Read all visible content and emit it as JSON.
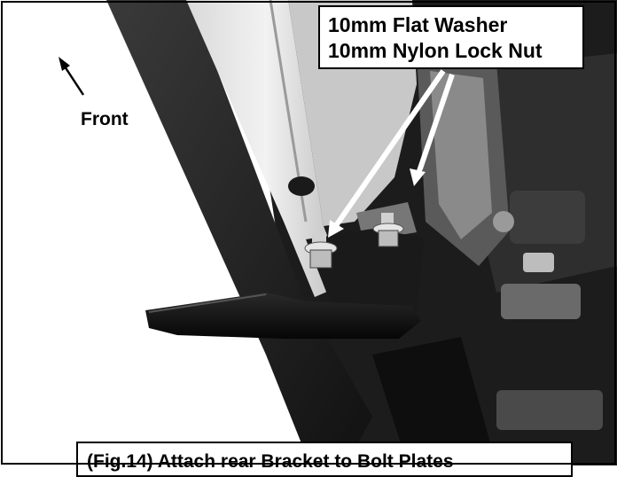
{
  "callout": {
    "line1": "10mm Flat Washer",
    "line2": "10mm Nylon Lock Nut"
  },
  "direction_label": "Front",
  "caption": "(Fig.14) Attach rear Bracket to Bolt Plates",
  "colors": {
    "text": "#000000",
    "label_background": "#ffffff",
    "arrow": "#ffffff"
  }
}
